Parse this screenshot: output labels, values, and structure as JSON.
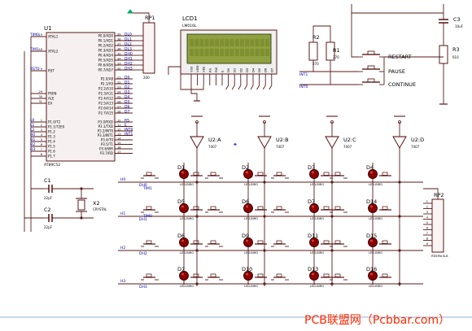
{
  "u1": {
    "ref": "U1",
    "part": "AT89C52",
    "left_pins": [
      {
        "net": "TIM0",
        "name": "XTAL1",
        "num": "19"
      },
      {
        "net": "TIM1",
        "name": "XTAL2",
        "num": "18"
      },
      {
        "net": "RST0",
        "name": "RST",
        "num": "9"
      },
      {
        "net": "",
        "name": "PSEN",
        "num": "29"
      },
      {
        "net": "",
        "name": "ALE",
        "num": "30"
      },
      {
        "net": "",
        "name": "EA",
        "num": "31"
      },
      {
        "net": "L0",
        "name": "P1.0/T2",
        "num": "1"
      },
      {
        "net": "L1",
        "name": "P1.1/T2EX",
        "num": "2"
      },
      {
        "net": "L2",
        "name": "P1.2",
        "num": "3"
      },
      {
        "net": "H0",
        "name": "P1.3",
        "num": "4"
      },
      {
        "net": "H1",
        "name": "P1.4",
        "num": "5"
      },
      {
        "net": "H2",
        "name": "P1.5",
        "num": "6"
      },
      {
        "net": "H3",
        "name": "P1.6",
        "num": "7"
      },
      {
        "net": "",
        "name": "P1.7",
        "num": "8"
      }
    ],
    "right_pins": [
      {
        "name": "P0.0/AD0",
        "num": "39",
        "net": "DL0"
      },
      {
        "name": "P0.1/AD1",
        "num": "38",
        "net": "DL1"
      },
      {
        "name": "P0.2/AD2",
        "num": "37",
        "net": "DL2"
      },
      {
        "name": "P0.3/AD3",
        "num": "36",
        "net": "DL3"
      },
      {
        "name": "P0.4/AD4",
        "num": "35",
        "net": "DH0"
      },
      {
        "name": "P0.5/AD5",
        "num": "34",
        "net": "DH1"
      },
      {
        "name": "P0.6/AD6",
        "num": "33",
        "net": "DH2"
      },
      {
        "name": "P0.7/AD7",
        "num": "32",
        "net": "DH3"
      },
      {
        "name": "P2.0/A8",
        "num": "21",
        "net": "D0"
      },
      {
        "name": "P2.1/A9",
        "num": "22",
        "net": "D1"
      },
      {
        "name": "P2.2/A10",
        "num": "23",
        "net": "D2"
      },
      {
        "name": "P2.3/A11",
        "num": "24",
        "net": "D3"
      },
      {
        "name": "P2.4/A12",
        "num": "25",
        "net": "D4"
      },
      {
        "name": "P2.5/A13",
        "num": "26",
        "net": "D5"
      },
      {
        "name": "P2.6/A14",
        "num": "27",
        "net": "D6"
      },
      {
        "name": "P2.7/A15",
        "num": "28",
        "net": "D7"
      },
      {
        "name": "P3.0/RXD",
        "num": "10",
        "net": "RS"
      },
      {
        "name": "P3.1/TXD",
        "num": "11",
        "net": "E"
      },
      {
        "name": "P3.2/INT0",
        "num": "12",
        "net": "INT0"
      },
      {
        "name": "P3.3/INT1",
        "num": "13",
        "net": "INT1"
      },
      {
        "name": "P3.4/T0",
        "num": "14",
        "net": ""
      },
      {
        "name": "P3.5/T1",
        "num": "15",
        "net": ""
      },
      {
        "name": "P3.6/WR",
        "num": "16",
        "net": ""
      },
      {
        "name": "P3.7/RD",
        "num": "17",
        "net": ""
      }
    ]
  },
  "rp1": {
    "ref": "RP1",
    "value": "200"
  },
  "lcd": {
    "ref": "LCD1",
    "part": "LM016L",
    "pins": [
      "VSS",
      "VDD",
      "VEE",
      "RS",
      "RW",
      "E",
      "D0",
      "D1",
      "D2",
      "D3",
      "D4",
      "D5",
      "D6",
      "D7"
    ]
  },
  "r2": {
    "ref": "R2",
    "value": "270"
  },
  "r1": {
    "ref": "R1",
    "value": "270"
  },
  "r3": {
    "ref": "R3",
    "value": "610"
  },
  "c3": {
    "ref": "C3",
    "value": "10uF"
  },
  "buttons": {
    "restart": "RESTART",
    "pause": "PAUSE",
    "continue": "CONTINUE"
  },
  "int_nets": [
    "INT1",
    "INT0"
  ],
  "buffers": [
    {
      "ref": "U2:A",
      "part": "7407"
    },
    {
      "ref": "U2:B",
      "part": "7407"
    },
    {
      "ref": "U2:C",
      "part": "7407"
    },
    {
      "ref": "U2:D",
      "part": "7407"
    }
  ],
  "leds": [
    [
      "D1",
      "D2",
      "D3",
      "D4"
    ],
    [
      "D5",
      "D6",
      "D7",
      "D14"
    ],
    [
      "D6",
      "D9",
      "D11",
      "D15"
    ],
    [
      "D7",
      "D10",
      "D13",
      "D16"
    ]
  ],
  "led_part": "LED-BIRG",
  "row_nets": [
    "H0",
    "H1",
    "H2",
    "H3"
  ],
  "row_nets_b": [
    "DH0",
    "DH1",
    "DH2",
    "DH3"
  ],
  "tim_nets": [
    "TIM1",
    "TIM0"
  ],
  "c1": {
    "ref": "C1",
    "value": "22pF"
  },
  "c2": {
    "ref": "C2",
    "value": "22pF"
  },
  "x2": {
    "ref": "X2",
    "part": "CRYSTAL"
  },
  "rp2": {
    "ref": "RP2",
    "part": "RESPACK-8",
    "pins": [
      "1",
      "2",
      "3",
      "4",
      "5",
      "6",
      "7",
      "8",
      "9"
    ]
  },
  "watermark": "PCB联盟网（Pcbbar.com）"
}
